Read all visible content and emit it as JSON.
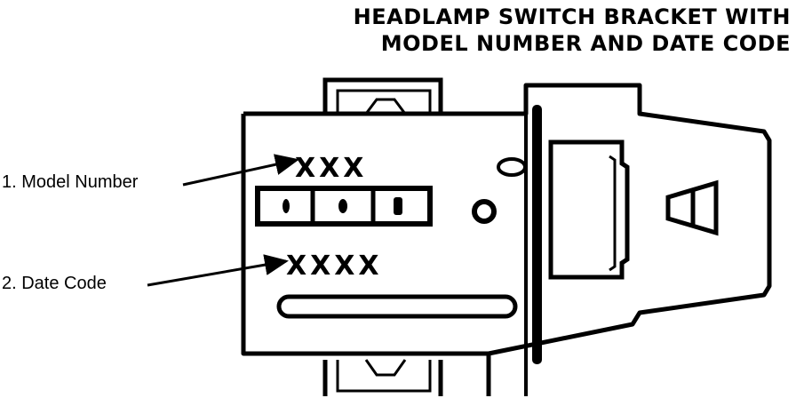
{
  "title": {
    "line1": "HEADLAMP SWITCH BRACKET WITH",
    "line2": "MODEL NUMBER AND DATE CODE"
  },
  "callouts": [
    {
      "label": "1.  Model Number",
      "marking": "XXX"
    },
    {
      "label": "2.  Date Code",
      "marking": "XXXX"
    }
  ]
}
